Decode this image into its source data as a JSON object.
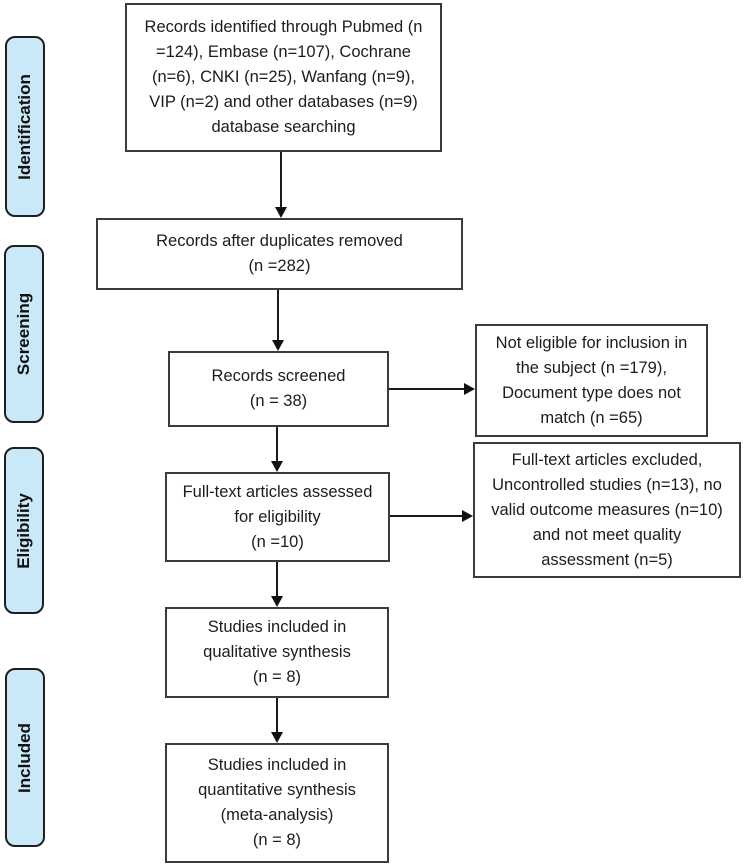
{
  "phases": [
    {
      "label": "Identification"
    },
    {
      "label": "Screening"
    },
    {
      "label": "Eligibility"
    },
    {
      "label": "Included"
    }
  ],
  "flow": {
    "identified": "Records identified through Pubmed (n\n=124), Embase (n=107), Cochrane\n(n=6), CNKI (n=25), Wanfang (n=9),\nVIP (n=2) and other databases (n=9)\ndatabase searching",
    "duplicates_removed": "Records after duplicates removed\n(n =282)",
    "screened": "Records screened\n(n = 38)",
    "fulltext_assessed": "Full-text articles assessed\nfor eligibility\n(n =10)",
    "qualitative": "Studies included in\nqualitative synthesis\n(n = 8)",
    "quantitative": "Studies included in\nquantitative synthesis\n(meta-analysis)\n(n = 8)"
  },
  "exclusions": {
    "screening": "Not eligible for inclusion in\nthe subject (n =179),\nDocument type does not\nmatch (n =65)",
    "fulltext": "Full-text articles excluded,\nUncontrolled studies (n=13), no\nvalid outcome measures (n=10)\nand not meet quality\nassessment (n=5)"
  },
  "colors": {
    "phase_fill": "#C9E8F8",
    "box_border": "#3b3b3b",
    "arrow": "#1a1a1a",
    "text": "#1c1c1c"
  }
}
